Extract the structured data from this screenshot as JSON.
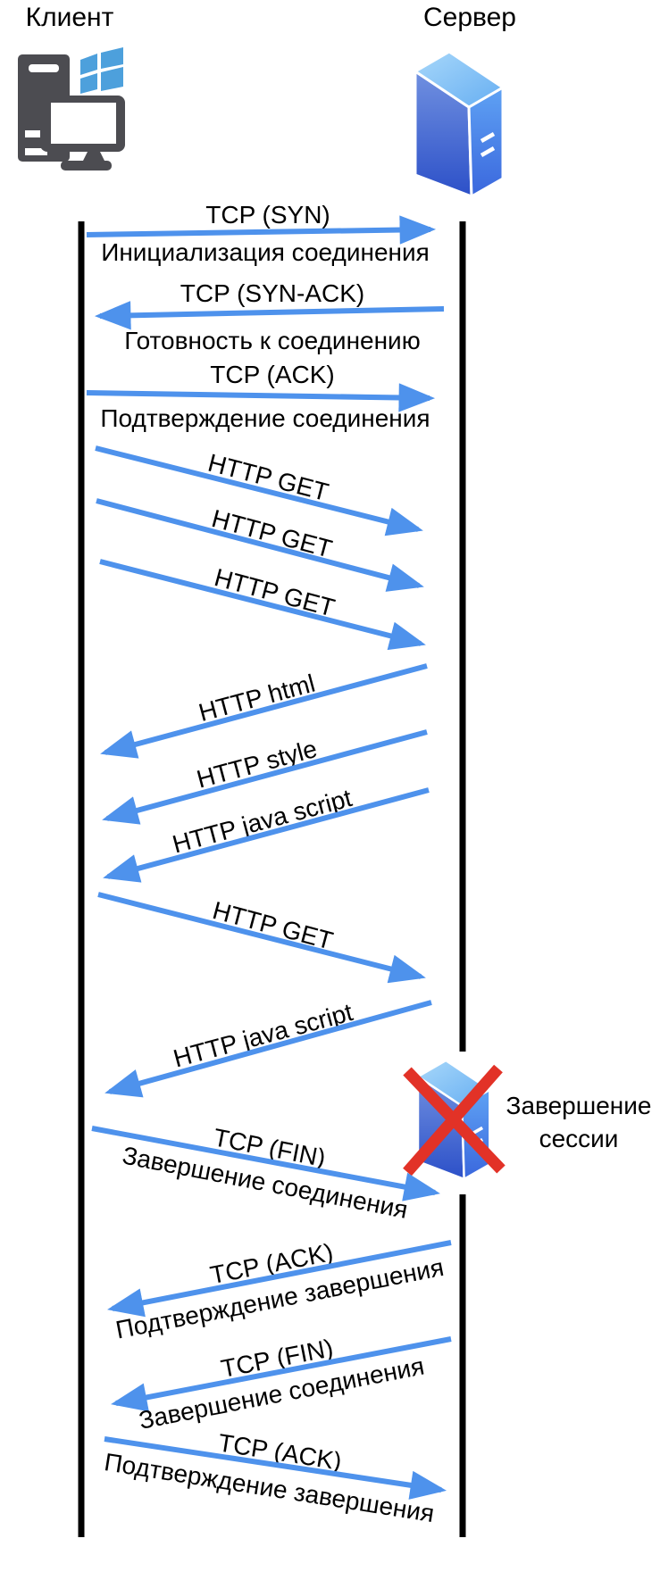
{
  "diagram_type": "sequence-diagram",
  "topic": "TCP/HTTP session between client and server",
  "actors": {
    "client": {
      "label": "Клиент",
      "icon": "desktop-computer-windows-icon"
    },
    "server": {
      "label": "Сервер",
      "icon": "server-tower-icon"
    }
  },
  "session_end_note": {
    "line1": "Завершение",
    "line2": "сессии",
    "icon": "crossed-out-server-icon"
  },
  "messages": [
    {
      "label": "TCP (SYN)",
      "sublabel": "Инициализация соединения",
      "direction": "client-to-server"
    },
    {
      "label": "TCP (SYN-ACK)",
      "sublabel": "Готовность к соединению",
      "direction": "server-to-client"
    },
    {
      "label": "TCP (ACK)",
      "sublabel": "Подтверждение соединения",
      "direction": "client-to-server"
    },
    {
      "label": "HTTP GET",
      "direction": "client-to-server"
    },
    {
      "label": "HTTP GET",
      "direction": "client-to-server"
    },
    {
      "label": "HTTP GET",
      "direction": "client-to-server"
    },
    {
      "label": "HTTP html",
      "direction": "server-to-client"
    },
    {
      "label": "HTTP style",
      "direction": "server-to-client"
    },
    {
      "label": "HTTP java script",
      "direction": "server-to-client"
    },
    {
      "label": "HTTP GET",
      "direction": "client-to-server"
    },
    {
      "label": "HTTP java script",
      "direction": "server-to-client"
    },
    {
      "label": "TCP (FIN)",
      "sublabel": "Завершение соединения",
      "direction": "client-to-server"
    },
    {
      "label": "TCP (ACK)",
      "sublabel": "Подтверждение завершения",
      "direction": "server-to-client"
    },
    {
      "label": "TCP (FIN)",
      "sublabel": "Завершение соединения",
      "direction": "server-to-client"
    },
    {
      "label": "TCP (ACK)",
      "sublabel": "Подтверждение завершения",
      "direction": "client-to-server"
    }
  ],
  "colors": {
    "arrow_blue": "#4e92ec",
    "lifeline_black": "#000000",
    "x_red": "#e23227",
    "client_gray": "#4c4c51",
    "windows_blue": "#4da0dc",
    "server_front_top": "#7090e0",
    "server_front_bottom": "#2c50c8",
    "server_side_top": "#5fa2f4",
    "server_side_bottom": "#3a67dd",
    "server_top_light": "#a8d8fa",
    "server_top_dark": "#66aef2"
  }
}
